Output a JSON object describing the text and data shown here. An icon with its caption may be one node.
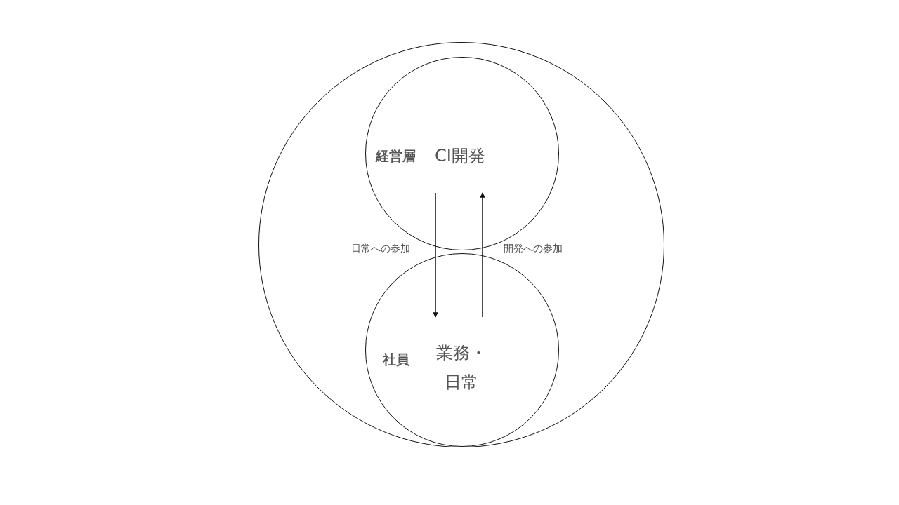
{
  "diagram": {
    "nodes": [
      {
        "text": [],
        "shape": "circle"
      },
      {
        "text": [
          "経営層",
          "CI開発"
        ],
        "in": 0
      },
      {
        "text": [
          "社員",
          "業務・日常"
        ],
        "in": 0
      }
    ],
    "edges": [
      {
        "from": 1,
        "to": 2,
        "arrow": "to",
        "label": "日常への参加"
      },
      {
        "from": 2,
        "to": 1,
        "arrow": "to",
        "label": "開発への参加"
      }
    ]
  }
}
